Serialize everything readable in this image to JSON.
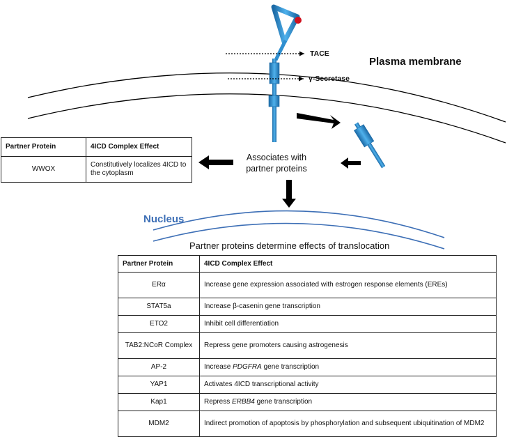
{
  "membrane": {
    "label": "Plasma membrane",
    "tace_label": "TACE",
    "gamma_label": "γ-Secretase"
  },
  "center": {
    "line1": "Associates with",
    "line2": "partner proteins"
  },
  "nucleus": {
    "title": "Nucleus",
    "caption": "Partner proteins determine effects of translocation"
  },
  "small_table": {
    "headers": [
      "Partner Protein",
      "4ICD Complex Effect"
    ],
    "rows": [
      {
        "protein": "WWOX",
        "effect": "Constitutively localizes 4ICD to the cytoplasm"
      }
    ]
  },
  "main_table": {
    "headers": [
      "Partner Protein",
      "4ICD Complex Effect"
    ],
    "rows": [
      {
        "protein": "ERα",
        "effect": "Increase gene expression associated with estrogen response elements (EREs)"
      },
      {
        "protein": "STAT5a",
        "effect": "Increase β-casenin gene transcription"
      },
      {
        "protein": "ETO2",
        "effect": "Inhibit cell differentiation"
      },
      {
        "protein": "TAB2:NCoR Complex",
        "effect": "Repress gene promoters causing astrogenesis"
      },
      {
        "protein": "AP-2",
        "effect_pre": "Increase ",
        "effect_em": "PDGFRA",
        "effect_post": " gene transcription"
      },
      {
        "protein": "YAP1",
        "effect": "Activates 4ICD transcriptional activity"
      },
      {
        "protein": "Kap1",
        "effect_pre": "Repress ",
        "effect_em": "ERBB4",
        "effect_post": " gene transcription"
      },
      {
        "protein": "MDM2",
        "effect": "Indirect promotion of apoptosis by phosphorylation and subsequent ubiquitination of MDM2"
      }
    ]
  },
  "colors": {
    "receptor_blue": "#2f8fd0",
    "receptor_dark": "#1c6aa6",
    "ligand_red": "#d0121f",
    "nucleus_blue": "#3d6fb6",
    "arrow": "#000000"
  }
}
